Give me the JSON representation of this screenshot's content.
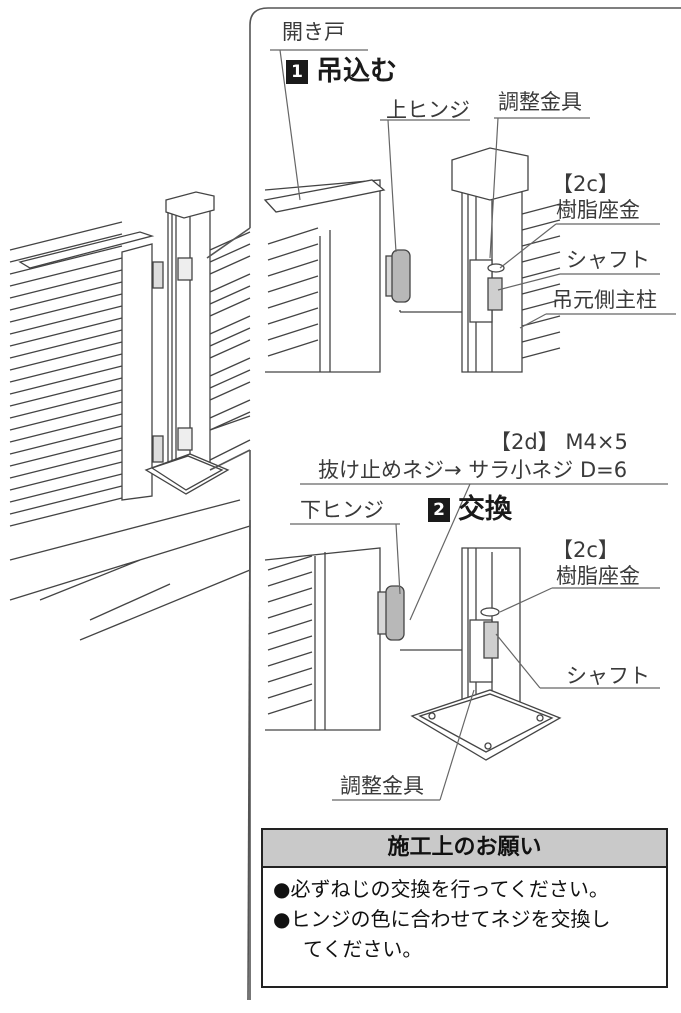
{
  "labels": {
    "door": "開き戸",
    "upper_hinge": "上ヒンジ",
    "adjust_bracket_top": "調整金具",
    "washer_code_top": "【2c】",
    "resin_washer_top": "樹脂座金",
    "shaft_top": "シャフト",
    "post": "吊元側主柱",
    "screw_code": "【2d】 M4×5",
    "screw_swap": "抜け止めネジ→ サラ小ネジ D=6",
    "lower_hinge": "下ヒンジ",
    "washer_code_bottom": "【2c】",
    "resin_washer_bottom": "樹脂座金",
    "shaft_bottom": "シャフト",
    "adjust_bracket_bottom": "調整金具"
  },
  "steps": [
    {
      "number": "1",
      "title": "吊込む"
    },
    {
      "number": "2",
      "title": "交換"
    }
  ],
  "notice": {
    "title": "施工上のお願い",
    "lines": [
      "●必ずねじの交換を行ってください。",
      "●ヒンジの色に合わせてネジを交換し",
      "てください。"
    ]
  }
}
